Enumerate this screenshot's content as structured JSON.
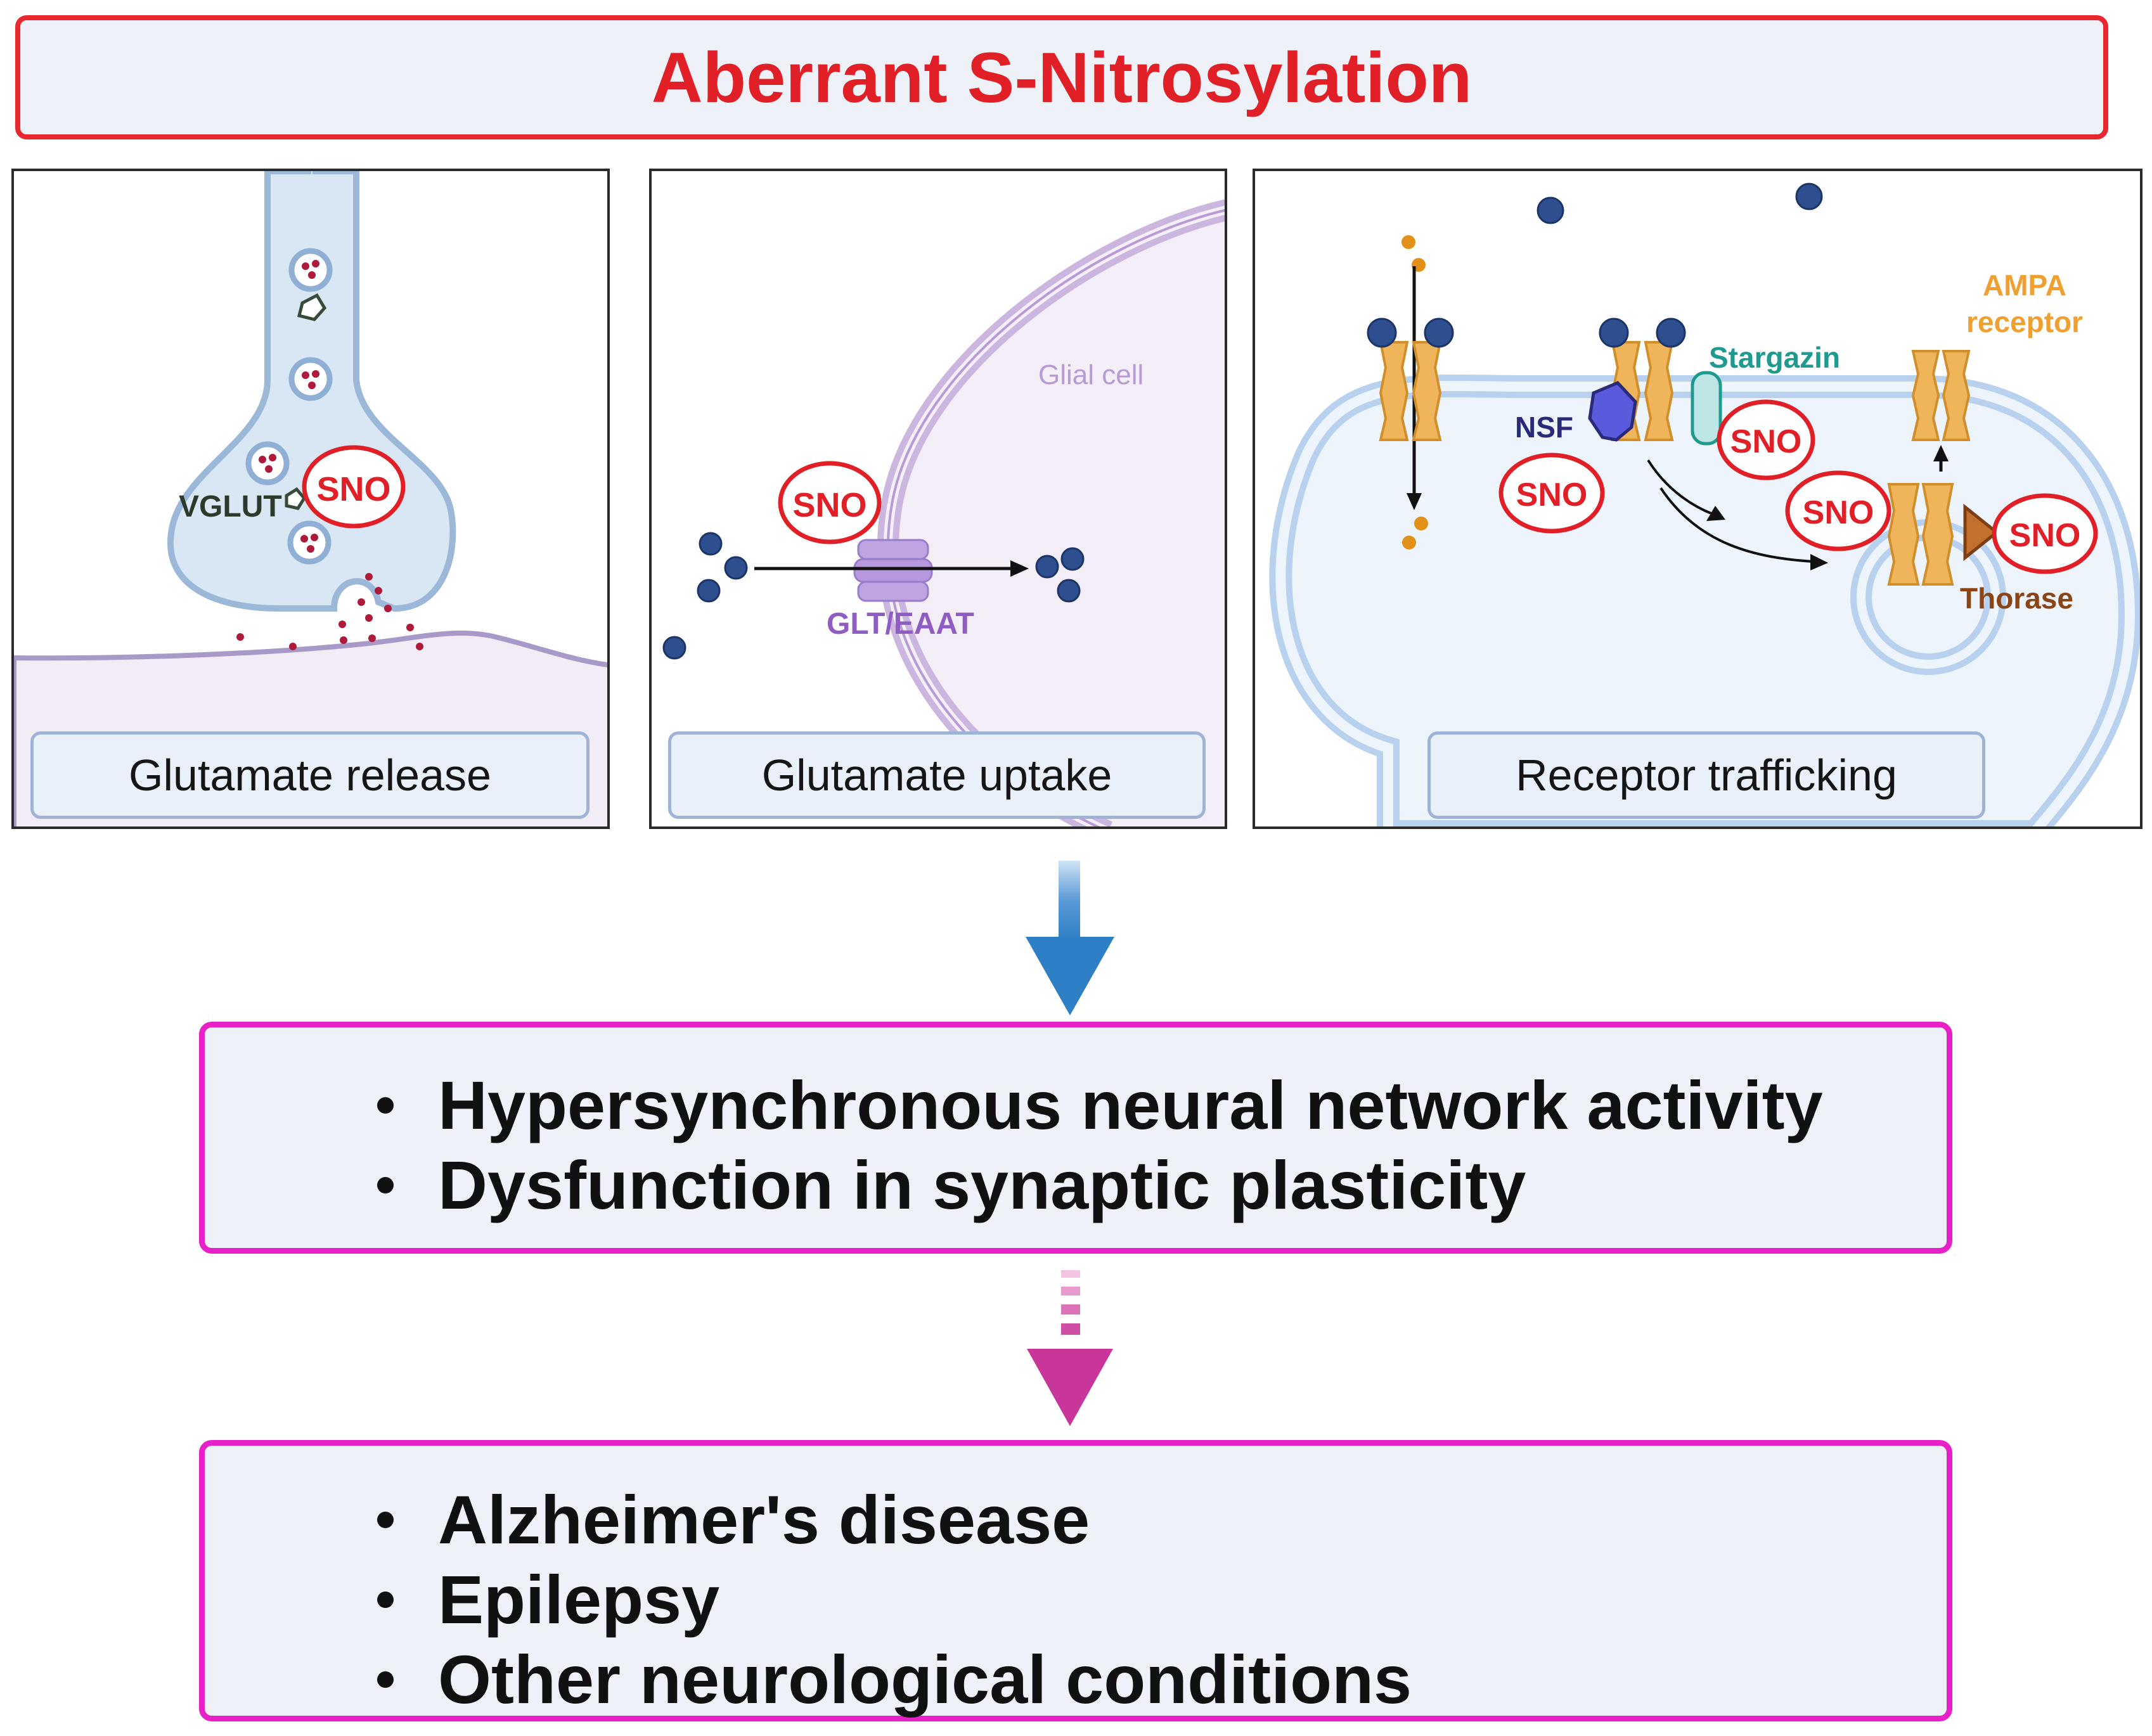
{
  "title": "Aberrant S-Nitrosylation",
  "colors": {
    "title_red": "#e01f26",
    "arrow_blue": "#2f7fc6",
    "arrow_magenta": "#c8369a",
    "box_magenta": "#e820c8",
    "sno_red": "#e01f26",
    "glutamate_blue": "#2e4f8f",
    "receptor_orange": "#f0b55a",
    "glial_purple": "#b79ad6",
    "stargazin_teal": "#1e9a8e",
    "thorase_brown": "#a3571f",
    "nsf_navy": "#2a2a7a"
  },
  "panels": [
    {
      "label": "Glutamate release",
      "annotations": {
        "sno": "SNO",
        "vglut": "VGLUT"
      }
    },
    {
      "label": "Glutamate uptake",
      "annotations": {
        "sno": "SNO",
        "transporter": "GLT/EAAT",
        "glial_cell": "Glial cell"
      }
    },
    {
      "label": "Receptor trafficking",
      "annotations": {
        "sno": "SNO",
        "nsf": "NSF",
        "stargazin": "Stargazin",
        "ampa_line1": "AMPA",
        "ampa_line2": "receptor",
        "thorase": "Thorase"
      }
    }
  ],
  "effects": {
    "items": [
      "Hypersynchronous neural network activity",
      "Dysfunction in synaptic plasticity"
    ]
  },
  "conditions": {
    "items": [
      "Alzheimer's disease",
      "Epilepsy",
      "Other neurological conditions"
    ]
  }
}
